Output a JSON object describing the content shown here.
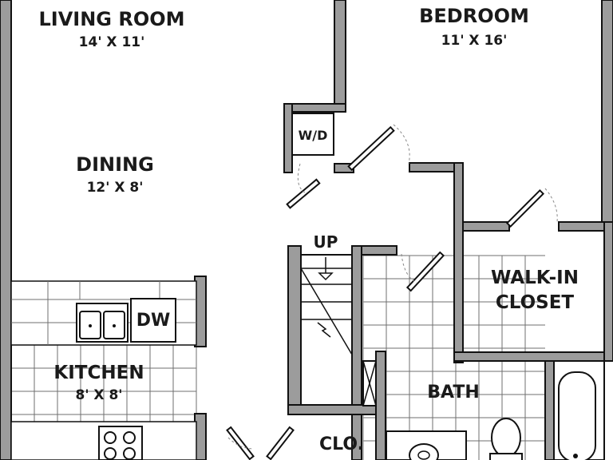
{
  "rooms": {
    "living_room": {
      "name": "LIVING ROOM",
      "dims": "14' X 11'"
    },
    "bedroom": {
      "name": "BEDROOM",
      "dims": "11' X 16'"
    },
    "dining": {
      "name": "DINING",
      "dims": "12' X 8'"
    },
    "kitchen": {
      "name": "KITCHEN",
      "dims": "8' X 8'"
    },
    "walk_in_closet": {
      "name_line1": "WALK-IN",
      "name_line2": "CLOSET"
    },
    "bath": {
      "name": "BATH"
    },
    "closet": {
      "name": "CLO."
    }
  },
  "fixtures": {
    "washer_dryer": "W/D",
    "dishwasher": "DW",
    "stairs": "UP"
  }
}
